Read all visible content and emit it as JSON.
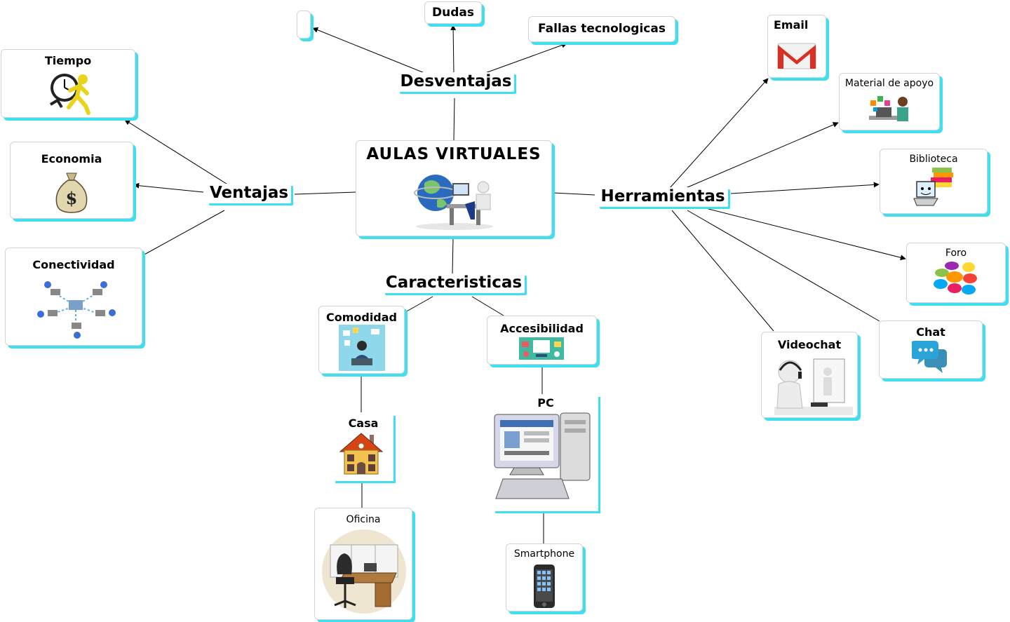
{
  "colors": {
    "accent_shadow": "#3ee0f0",
    "line": "#000000",
    "node_border": "#d4d4d4"
  },
  "central": {
    "title": "AULAS VIRTUALES",
    "icon": "globe-computer-icon"
  },
  "branches": {
    "desventajas": "Desventajas",
    "ventajas": "Ventajas",
    "herramientas": "Herramientas",
    "caracteristicas": "Caracteristicas"
  },
  "desventajas": {
    "dudas": "Dudas",
    "fallas": "Fallas tecnologicas",
    "empty": ""
  },
  "ventajas": {
    "tiempo": "Tiempo",
    "economia": "Economia",
    "conectividad": "Conectividad"
  },
  "herramientas": {
    "email": "Email",
    "material": "Material de apoyo",
    "biblioteca": "Biblioteca",
    "foro": "Foro",
    "chat": "Chat",
    "videochat": "Videochat"
  },
  "caracteristicas": {
    "comodidad": "Comodidad",
    "accesibilidad": "Accesibilidad",
    "casa": "Casa",
    "oficina": "Oficina",
    "pc": "PC",
    "smartphone": "Smartphone"
  }
}
